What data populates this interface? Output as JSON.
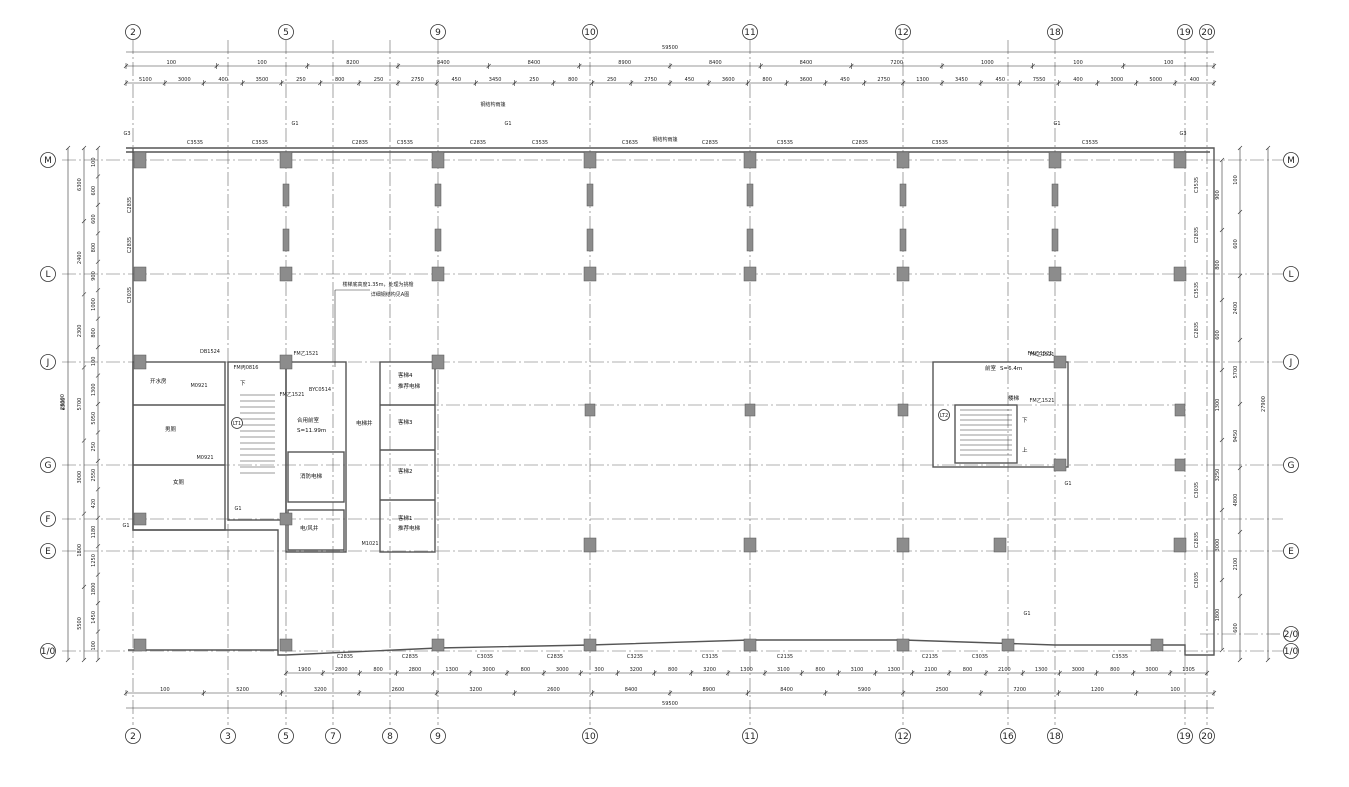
{
  "axes_top": [
    "2",
    "5",
    "9",
    "10",
    "11",
    "12",
    "18",
    "19",
    "20"
  ],
  "axes_bottom": [
    "2",
    "3",
    "5",
    "7",
    "8",
    "9",
    "10",
    "11",
    "12",
    "16",
    "18",
    "19",
    "20"
  ],
  "axes_left": [
    "M",
    "L",
    "J",
    "G",
    "F",
    "E",
    "1/0"
  ],
  "axes_right": [
    "M",
    "L",
    "J",
    "G",
    "E",
    "2/0",
    "1/0"
  ],
  "dims_top_total": "59500",
  "dims_top_row2": [
    "100",
    "100",
    "8200",
    "8400",
    "8400",
    "8900",
    "8400",
    "8400",
    "7200",
    "1000",
    "100",
    "100"
  ],
  "dims_top_row3": [
    "5100",
    "3000",
    "400",
    "3500",
    "250",
    "800",
    "250",
    "2750",
    "450",
    "3450",
    "250",
    "800",
    "250",
    "2750",
    "450",
    "3600",
    "800",
    "3600",
    "450",
    "2750",
    "1300",
    "3450",
    "450",
    "7550",
    "400",
    "3000",
    "5000",
    "400"
  ],
  "dims_bottom_total": "59500",
  "dims_bottom_row2": [
    "100",
    "5200",
    "3200",
    "2600",
    "3200",
    "2600",
    "8400",
    "8900",
    "8400",
    "5900",
    "2500",
    "7200",
    "1200",
    "100"
  ],
  "dims_bottom_row3": [
    "1900",
    "2800",
    "800",
    "2800",
    "1300",
    "3000",
    "800",
    "3000",
    "300",
    "3200",
    "800",
    "3200",
    "1300",
    "3100",
    "800",
    "3100",
    "1300",
    "2100",
    "800",
    "2100",
    "1300",
    "3000",
    "800",
    "3000",
    "1305"
  ],
  "dims_left_total": "28000",
  "dims_left_main": [
    "6300",
    "2400",
    "2300",
    "5700",
    "3000",
    "1800",
    "5500"
  ],
  "dims_left_small": [
    "100",
    "600",
    "600",
    "800",
    "900",
    "1000",
    "800",
    "100",
    "1300",
    "5050",
    "250",
    "2550",
    "420",
    "1180",
    "1250",
    "1800",
    "1450",
    "100"
  ],
  "dims_right_total": "27900",
  "dims_right_main": [
    "100",
    "600",
    "2400",
    "5700",
    "9450",
    "4800",
    "2100",
    "600"
  ],
  "dims_right_small": [
    "900",
    "800",
    "600",
    "1300",
    "3250",
    "3000",
    "1800"
  ],
  "window_labels_top": [
    "C3535",
    "C3535",
    "C2835",
    "C3535",
    "C2835",
    "C3535",
    "C3635",
    "C2835",
    "C3535",
    "C2835",
    "C3535",
    "C3535"
  ],
  "window_labels_bottom": [
    "C2835",
    "C2835",
    "C3035",
    "C2835",
    "C3235",
    "C3135",
    "C2135",
    "C2135",
    "C3035",
    "C3535"
  ],
  "window_labels_right": [
    "C3535",
    "C2835",
    "C3535",
    "C2835",
    "C3035",
    "C2835",
    "C3035"
  ],
  "window_labels_left": [
    "C2835",
    "C2835",
    "C3035"
  ],
  "g_labels": [
    "G1",
    "G1",
    "G1",
    "G3",
    "G1",
    "G1",
    "G1",
    "G3",
    "G1"
  ],
  "rooms": {
    "cleaning": "开水房",
    "toilet_m": "男厕",
    "toilet_f": "女厕",
    "down": "下",
    "up": "上",
    "stair_front": "合用前室",
    "stair_area": "S=11.99m",
    "fire_elevator": "消防电梯",
    "elev_shaft": "电梯井",
    "pipe_shaft": "电/风井",
    "elev4": "客梯4",
    "elev4_note": "推荐电梯",
    "elev3": "客梯3",
    "elev2": "客梯2",
    "elev1": "客梯1",
    "elev1_note": "推荐电梯",
    "front_room": "前室",
    "front_area": "S=6.4m",
    "stairs_right": "楼梯",
    "lower": "下",
    "upper": "上"
  },
  "door_labels": [
    "FM丙0816",
    "FM乙1521",
    "FM乙1521",
    "FM乙1521",
    "FM乙1521",
    "FM乙1521",
    "M0921",
    "M0921",
    "M1021",
    "DB1524",
    "BYC0514"
  ],
  "stair_markers": [
    "LT1",
    "LT2"
  ],
  "notes": {
    "steel_canopy": "钢结构雨篷",
    "top_note": "钢结构雨篷",
    "callout_1": "楼梯底高度1.35m，处理为挑檐",
    "callout_2": "详细钢结构见A图"
  },
  "colors": {
    "column": "#8c8c8c",
    "wall": "#555555",
    "grid": "#666666"
  }
}
